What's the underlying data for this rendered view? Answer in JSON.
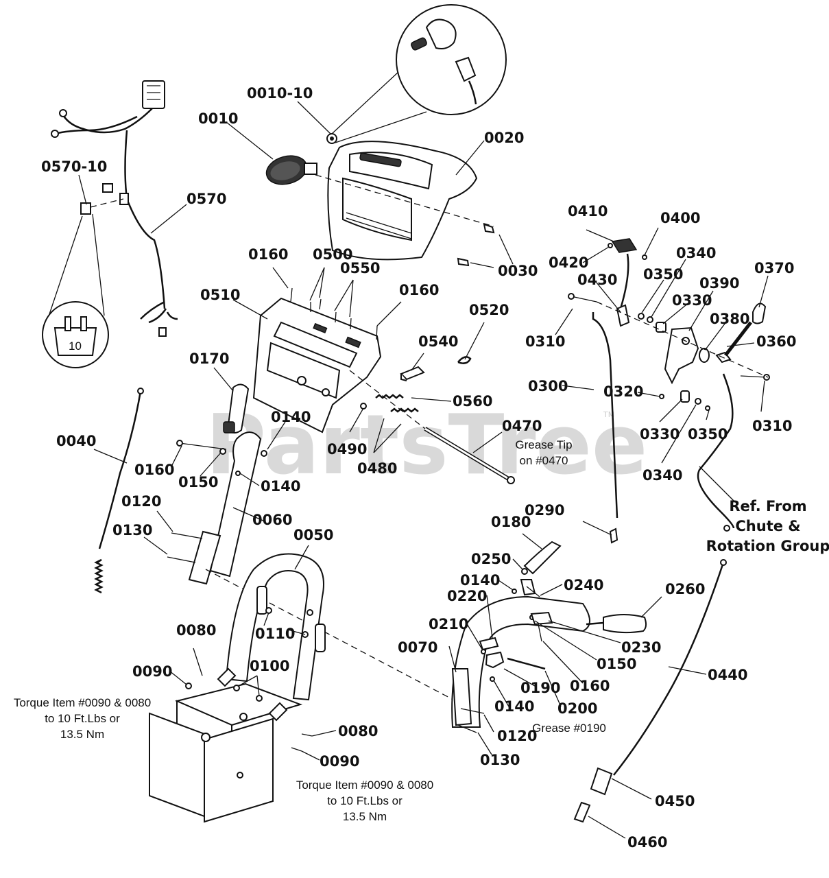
{
  "watermark": {
    "text": "PartsTree",
    "trademark": "TM"
  },
  "callouts": {
    "c0010_10": "0010-10",
    "c0010": "0010",
    "c0020": "0020",
    "c0030": "0030",
    "c0570_10": "0570-10",
    "c0570": "0570",
    "c0160_a": "0160",
    "c0500": "0500",
    "c0550": "0550",
    "c0160_b": "0160",
    "c0510": "0510",
    "c0520": "0520",
    "c0540": "0540",
    "c0560": "0560",
    "c0170": "0170",
    "c0140_a": "0140",
    "c0160_c": "0160",
    "c0150_a": "0150",
    "c0140_b": "0140",
    "c0490": "0490",
    "c0480": "0480",
    "c0470": "0470",
    "c0040": "0040",
    "c0060": "0060",
    "c0120_a": "0120",
    "c0130_a": "0130",
    "c0050": "0050",
    "c0080_a": "0080",
    "c0110": "0110",
    "c0090_a": "0090",
    "c0100": "0100",
    "c0080_b": "0080",
    "c0090_b": "0090",
    "c0410": "0410",
    "c0400": "0400",
    "c0420": "0420",
    "c0340_a": "0340",
    "c0350_a": "0350",
    "c0430": "0430",
    "c0330_a": "0330",
    "c0390": "0390",
    "c0370": "0370",
    "c0380": "0380",
    "c0310_a": "0310",
    "c0360": "0360",
    "c0300": "0300",
    "c0320": "0320",
    "c0310_b": "0310",
    "c0330_b": "0330",
    "c0350_b": "0350",
    "c0340_b": "0340",
    "c0290": "0290",
    "c0180": "0180",
    "c0250": "0250",
    "c0140_c": "0140",
    "c0240": "0240",
    "c0260": "0260",
    "c0220": "0220",
    "c0210": "0210",
    "c0230": "0230",
    "c0070": "0070",
    "c0150_b": "0150",
    "c0160_d": "0160",
    "c0190": "0190",
    "c0200": "0200",
    "c0140_d": "0140",
    "c0120_b": "0120",
    "c0130_b": "0130",
    "c0440": "0440",
    "c0450": "0450",
    "c0460": "0460"
  },
  "notes": {
    "grease_tip_1": "Grease Tip",
    "grease_tip_2": "on #0470",
    "ref_1": "Ref. From",
    "ref_2": "Chute &",
    "ref_3": "Rotation Group",
    "torque_left_1": "Torque Item #0090 & 0080",
    "torque_left_2": "to 10 Ft.Lbs or",
    "torque_left_3": "13.5 Nm",
    "torque_right_1": "Torque Item #0090 & 0080",
    "torque_right_2": "to 10 Ft.Lbs or",
    "torque_right_3": "13.5 Nm",
    "grease_0190": "Grease #0190",
    "fuse_label": "10"
  }
}
